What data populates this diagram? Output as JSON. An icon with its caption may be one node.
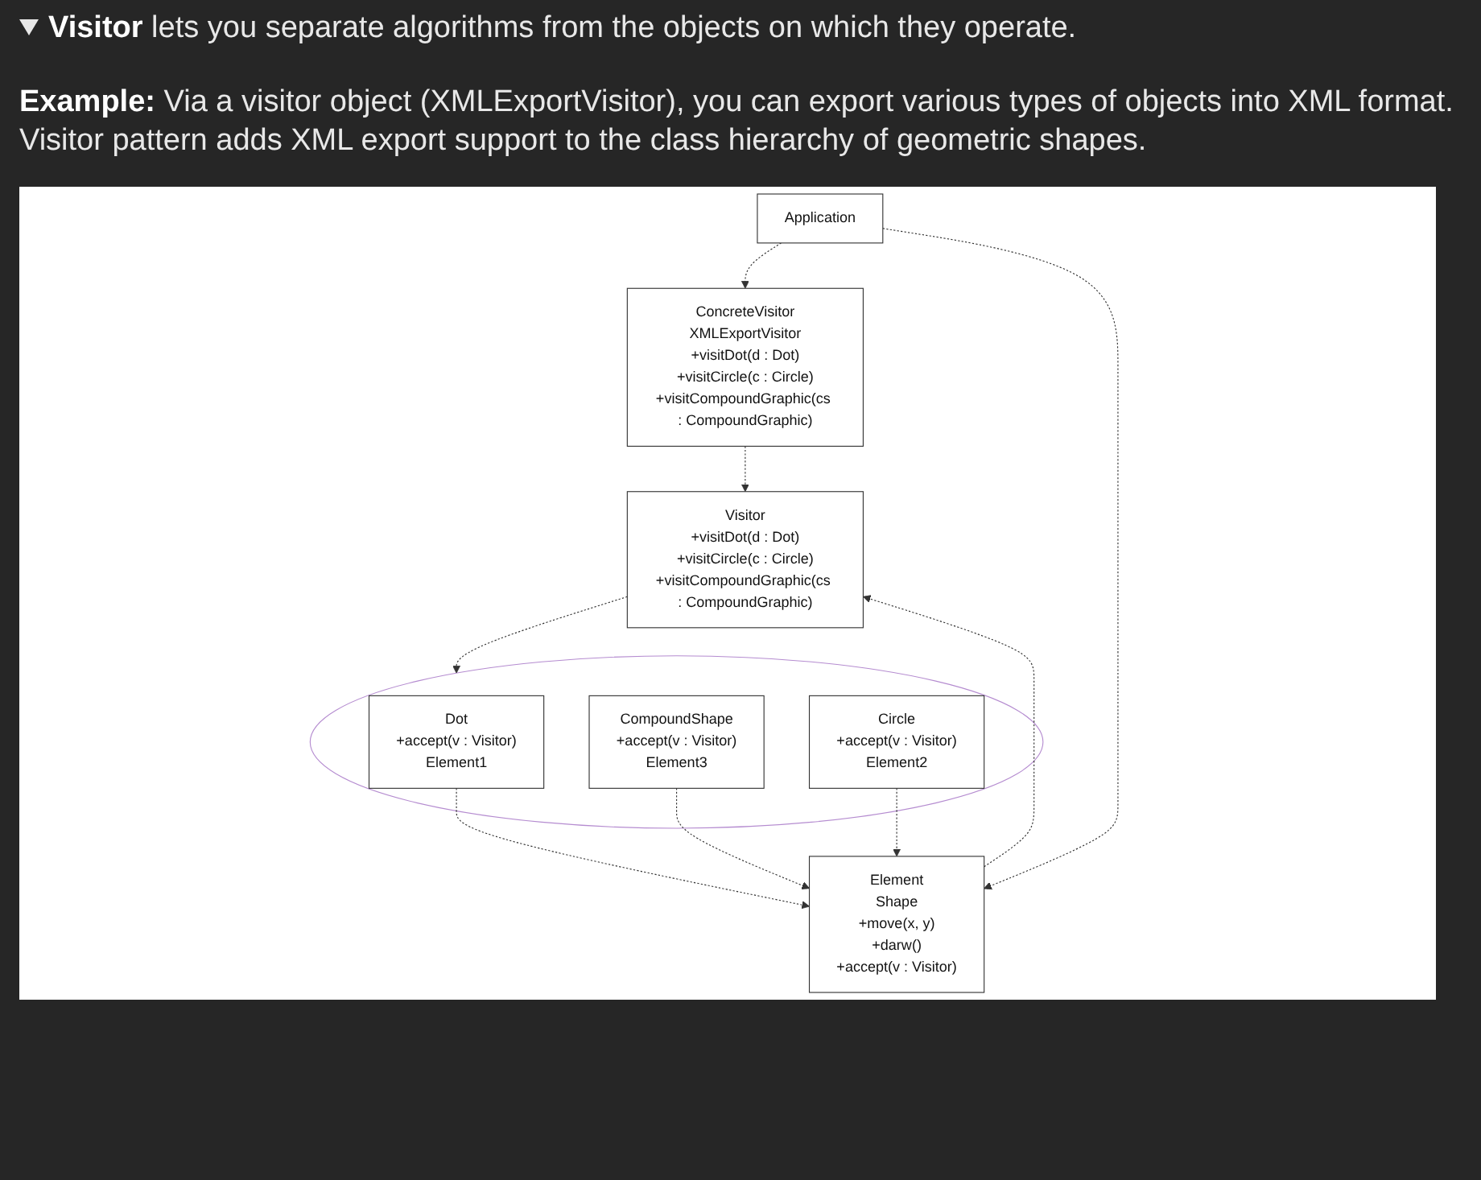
{
  "diagram": {
    "title": "**Visitor** lets you separate algorithms from the objects on which they operate.",
    "nodes": [
      {
        "text": [
          "Visitor",
          "+visitDot(d : Dot)",
          "+visitCircle(c : Circle)",
          "+visitCompoundGraphic(cs : CompoundGraphic)"
        ]
      },
      {
        "text": [
          "Element",
          "Shape",
          "+move(x, y)",
          "+darw()",
          "+accept(v : Visitor)"
        ]
      },
      {
        "text": [
          "ConcreteVisitor",
          "XMLExportVisitor",
          "+visitDot(d : Dot)",
          "+visitCircle(c : Circle)",
          "+visitCompoundGraphic(cs : CompoundGraphic)"
        ]
      },
      {
        "text": [],
        "shape": "ellipse"
      },
      {
        "text": [
          "Dot",
          "+accept(v : Visitor)",
          "Element1"
        ],
        "in": 3
      },
      {
        "text": [
          "CompoundShape",
          "+accept(v : Visitor)",
          "Element3"
        ],
        "in": 3
      },
      {
        "text": [
          "Circle",
          "+accept(v : Visitor)",
          "Element2"
        ],
        "in": 3
      },
      {
        "text": [
          "Application"
        ]
      }
    ],
    "edges": [
      {
        "from": 1,
        "to": 0,
        "arrow": "to",
        "style": "dashed"
      },
      {
        "from": 0,
        "to": 3,
        "arrow": "to",
        "style": "dashed"
      },
      {
        "from": 2,
        "to": 0,
        "arrow": "to",
        "style": "dashed"
      },
      {
        "from": 4,
        "to": 1,
        "arrow": "to",
        "style": "dashed"
      },
      {
        "from": 5,
        "to": 1,
        "arrow": "to",
        "style": "dashed"
      },
      {
        "from": 6,
        "to": 1,
        "arrow": "to",
        "style": "dashed"
      },
      {
        "from": 7,
        "to": 2,
        "arrow": "to",
        "style": "dashed"
      },
      {
        "from": 7,
        "to": 1,
        "arrow": "to",
        "style": "dashed"
      }
    ],
    "labels": [
      "**Example:** Via a visitor object (XMLExportVisitor), you can export various types of objects into XML format. Visitor pattern adds XML export support to the class hierarchy of geometric shapes."
    ]
  }
}
